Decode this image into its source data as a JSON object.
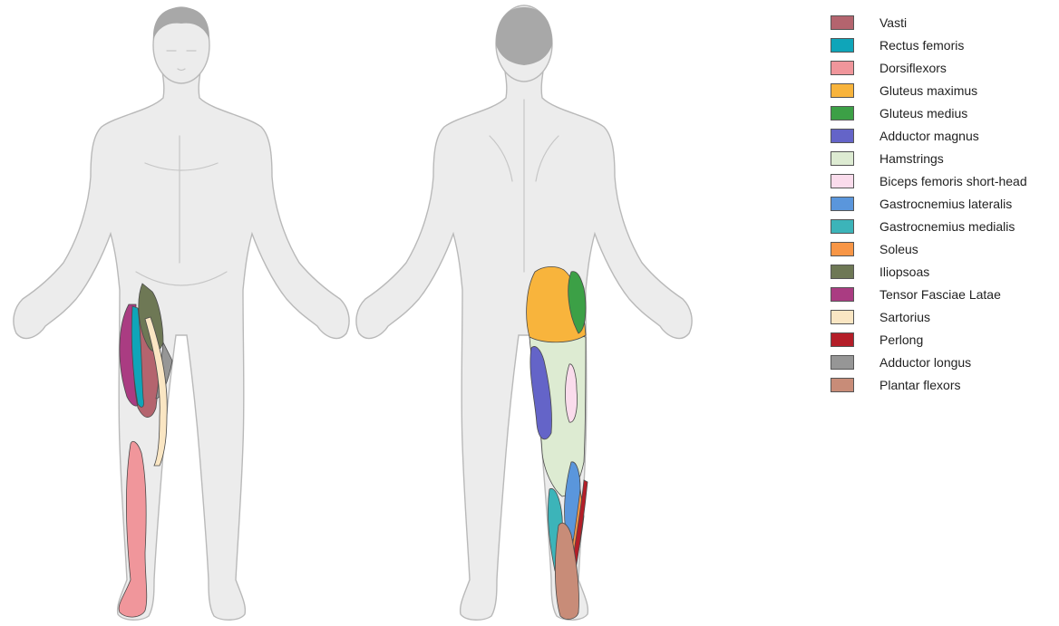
{
  "figure": {
    "views": [
      "anterior-body-view",
      "posterior-body-view"
    ]
  },
  "legend": [
    {
      "label": "Vasti",
      "color": "#b4646e"
    },
    {
      "label": "Rectus femoris",
      "color": "#0fa5b9"
    },
    {
      "label": "Dorsiflexors",
      "color": "#f0969b"
    },
    {
      "label": "Gluteus maximus",
      "color": "#f8b43c"
    },
    {
      "label": "Gluteus medius",
      "color": "#3ca046"
    },
    {
      "label": "Adductor magnus",
      "color": "#6464c8"
    },
    {
      "label": "Hamstrings",
      "color": "#ddebd2"
    },
    {
      "label": "Biceps femoris short-head",
      "color": "#fadcec"
    },
    {
      "label": "Gastrocnemius lateralis",
      "color": "#5a96dc"
    },
    {
      "label": "Gastrocnemius medialis",
      "color": "#3cb4b9"
    },
    {
      "label": "Soleus",
      "color": "#f89646"
    },
    {
      "label": "Iliopsoas",
      "color": "#6e7855"
    },
    {
      "label": "Tensor Fasciae Latae",
      "color": "#aa3c82"
    },
    {
      "label": "Sartorius",
      "color": "#fae6c3"
    },
    {
      "label": "Perlong",
      "color": "#b41e28"
    },
    {
      "label": "Adductor longus",
      "color": "#969696"
    },
    {
      "label": "Plantar flexors",
      "color": "#c88c78"
    }
  ]
}
